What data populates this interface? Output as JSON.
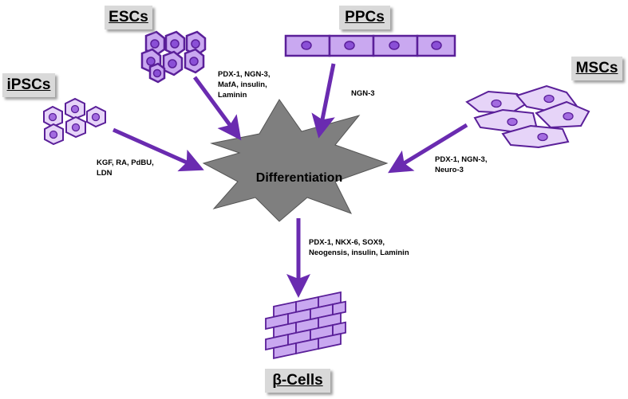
{
  "colors": {
    "arrow": "#6a2bb0",
    "cell_fill": "#c9a8f0",
    "cell_stroke": "#5a1f99",
    "nucleus": "#8a4fd6",
    "star_fill": "#7f7f7f",
    "label_bg": "#d9d9d9"
  },
  "sources": {
    "escs": {
      "title": "ESCs",
      "factors": "PDX-1, NGN-3,\nMafA, insulin,\nLaminin"
    },
    "ppcs": {
      "title": "PPCs",
      "factors": "NGN-3"
    },
    "ipscs": {
      "title": "iPSCs",
      "factors": "KGF, RA, PdBU,\nLDN"
    },
    "mscs": {
      "title": "MSCs",
      "factors": "PDX-1, NGN-3,\nNeuro-3"
    }
  },
  "center": {
    "label": "Differentiation"
  },
  "output": {
    "title": "β-Cells",
    "factors": "PDX-1, NKX-6, SOX9,\nNeogensis, insulin, Laminin"
  }
}
